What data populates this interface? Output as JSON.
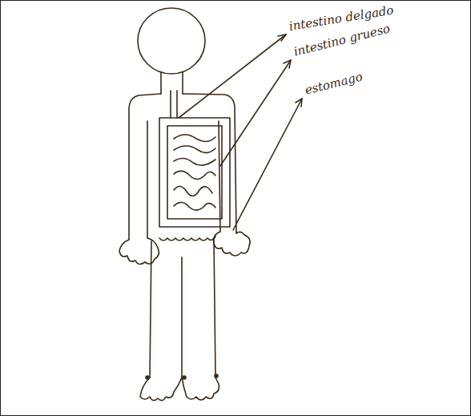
{
  "diagram": {
    "labels": [
      "intestino delgado",
      "intestino grueso",
      "estomago"
    ]
  }
}
